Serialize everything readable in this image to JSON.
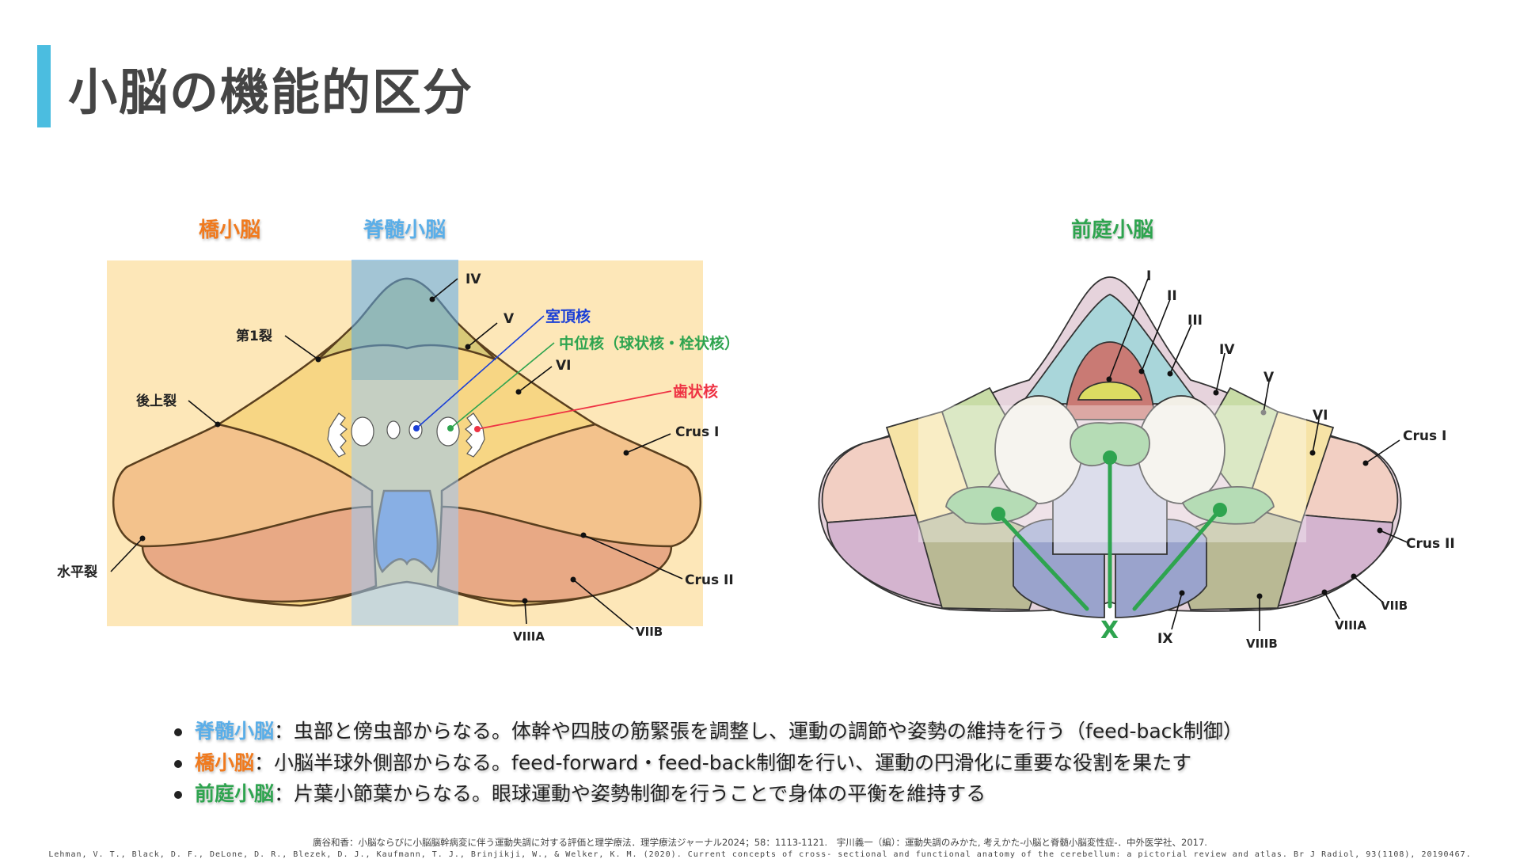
{
  "title": "小脳の機能的区分",
  "sections": {
    "pontocerebellum": "橋小脳",
    "spinocerebellum": "脊髄小脳",
    "vestibulocerebellum": "前庭小脳"
  },
  "colors": {
    "accent": "#4bbde0",
    "pontine": "#f07a1e",
    "spinal": "#5aaee8",
    "vestibular": "#2ea44f",
    "fastigial": "#1a3fd6",
    "interposed": "#2ea44f",
    "dentate": "#ee3344"
  },
  "left_labels": {
    "IV": "IV",
    "V": "V",
    "primary_fissure": "第1裂",
    "posterior_superior_fissure": "後上裂",
    "VI": "VI",
    "fastigial": "室頂核",
    "interposed": "中位核（球状核・栓状核）",
    "dentate": "歯状核",
    "crus1": "Crus I",
    "horizontal_fissure": "水平裂",
    "crus2": "Crus II",
    "VIIIA": "VIIIA",
    "VIIB": "VIIB"
  },
  "right_labels": {
    "I": "I",
    "II": "II",
    "III": "III",
    "IV": "IV",
    "V": "V",
    "VI": "VI",
    "crus1": "Crus I",
    "crus2": "Crus II",
    "VIIB": "VIIB",
    "VIIIA": "VIIIA",
    "VIIIB": "VIIIB",
    "IX": "IX",
    "X": "X"
  },
  "bullets": [
    {
      "term": "脊髄小脳",
      "text": "：虫部と傍虫部からなる。体幹や四肢の筋緊張を調整し、運動の調節や姿勢の維持を行う（feed-back制御）"
    },
    {
      "term": "橋小脳",
      "text": "：小脳半球外側部からなる。feed-forward・feed-back制御を行い、運動の円滑化に重要な役割を果たす"
    },
    {
      "term": "前庭小脳",
      "text": "：片葉小節葉からなる。眼球運動や姿勢制御を行うことで身体の平衡を維持する"
    }
  ],
  "references": [
    "廣谷和香：小脳ならびに小脳脳幹病変に伴う運動失調に対する評価と理学療法．理学療法ジャーナル2024；58：1113-1121.　宇川義一（編）：運動失調のみかた, 考えかた-小脳と脊髄小脳変性症-．中外医学社、2017.",
    "Lehman, V. T., Black, D. F., DeLone, D. R., Blezek, D. J., Kaufmann, T. J., Brinjikji, W., & Welker, K. M. (2020). Current concepts of cross- sectional and functional anatomy of the cerebellum: a pictorial review and atlas. Br J Radiol, 93(1108), 20190467."
  ]
}
